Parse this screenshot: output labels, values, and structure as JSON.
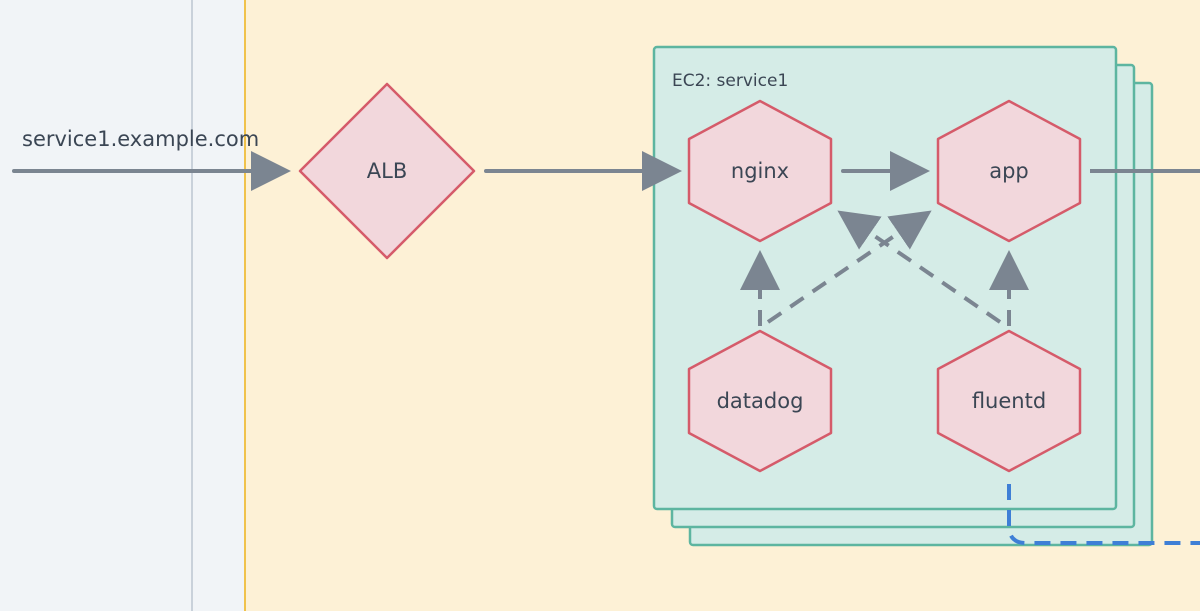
{
  "diagram": {
    "incoming_label": "service1.example.com",
    "host_label": "EC2: service1",
    "nodes": {
      "alb": "ALB",
      "nginx": "nginx",
      "app": "app",
      "datadog": "datadog",
      "fluentd": "fluentd"
    },
    "colors": {
      "background": "#f1f4f7",
      "zone_fill": "#fdf1d6",
      "zone_border": "#f0c24b",
      "node_fill": "#f2d7dc",
      "node_stroke": "#d55b6a",
      "host_fill": "#d5ece7",
      "host_stroke": "#5db5a0",
      "arrow": "#7b8591",
      "log_line": "#3e7fd6"
    }
  }
}
